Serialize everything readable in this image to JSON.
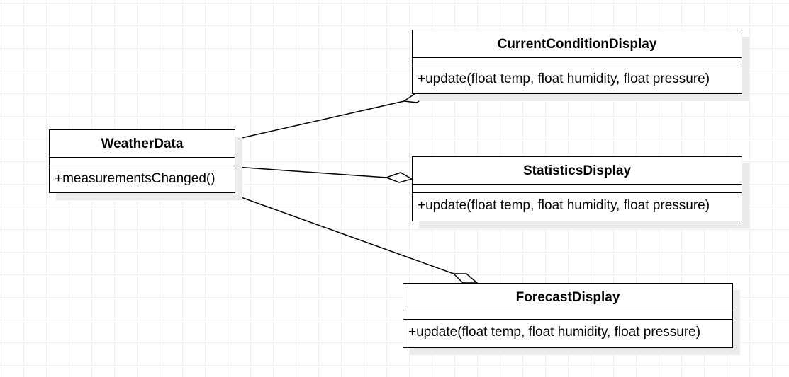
{
  "classes": {
    "weather_data": {
      "name": "WeatherData",
      "method": "+measurementsChanged()"
    },
    "current_condition_display": {
      "name": "CurrentConditionDisplay",
      "method": "+update(float temp, float humidity, float pressure)"
    },
    "statistics_display": {
      "name": "StatisticsDisplay",
      "method": "+update(float temp, float humidity, float pressure)"
    },
    "forecast_display": {
      "name": "ForecastDisplay",
      "method": "+update(float temp, float humidity, float pressure)"
    }
  },
  "relationships": [
    {
      "from": "WeatherData",
      "to": "CurrentConditionDisplay",
      "type": "aggregation"
    },
    {
      "from": "WeatherData",
      "to": "StatisticsDisplay",
      "type": "aggregation"
    },
    {
      "from": "WeatherData",
      "to": "ForecastDisplay",
      "type": "aggregation"
    }
  ],
  "colors": {
    "line": "#000000",
    "box_fill": "#ffffff",
    "shadow": "#ebebeb",
    "grid": "#efefef"
  }
}
